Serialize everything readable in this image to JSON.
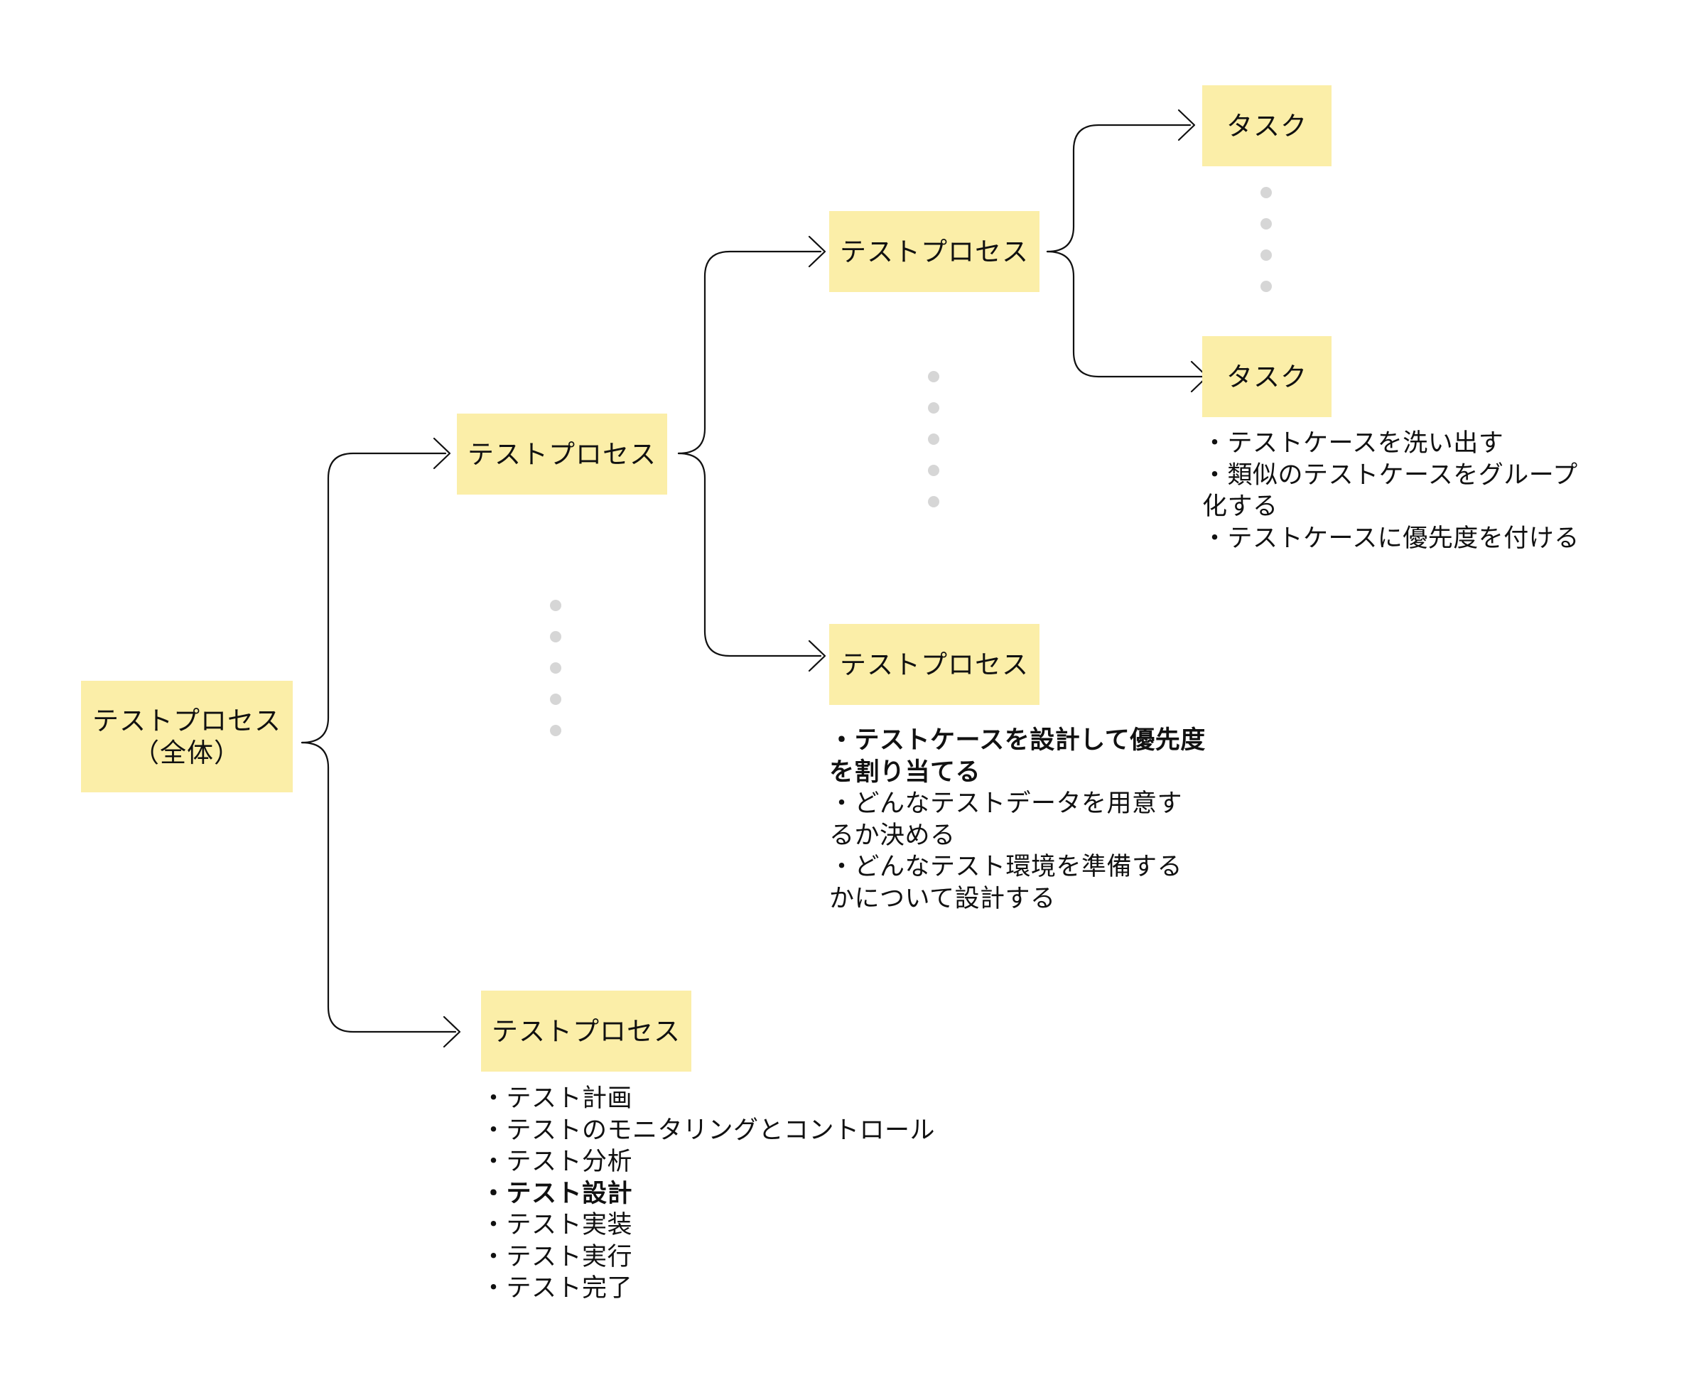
{
  "nodes": {
    "root": {
      "line1": "テストプロセス",
      "line2": "（全体）"
    },
    "level1_top": {
      "label": "テストプロセス"
    },
    "level1_bottom": {
      "label": "テストプロセス"
    },
    "level2_top": {
      "label": "テストプロセス"
    },
    "level2_bottom": {
      "label": "テストプロセス"
    },
    "task_top": {
      "label": "タスク"
    },
    "task_bottom": {
      "label": "タスク"
    }
  },
  "notes": {
    "process_list": [
      {
        "text": "・テスト計画",
        "bold": false
      },
      {
        "text": "・テストのモニタリングとコントロール",
        "bold": false
      },
      {
        "text": "・テスト分析",
        "bold": false
      },
      {
        "text": "・テスト設計",
        "bold": true
      },
      {
        "text": "・テスト実装",
        "bold": false
      },
      {
        "text": "・テスト実行",
        "bold": false
      },
      {
        "text": "・テスト完了",
        "bold": false
      }
    ],
    "design_list": [
      {
        "text": "・テストケースを設計して優先度",
        "bold": true
      },
      {
        "text": "を割り当てる",
        "bold": true
      },
      {
        "text": "・どんなテストデータを用意す",
        "bold": false
      },
      {
        "text": "るか決める",
        "bold": false
      },
      {
        "text": "・どんなテスト環境を準備する",
        "bold": false
      },
      {
        "text": "かについて設計する",
        "bold": false
      }
    ],
    "task_list": [
      {
        "text": "・テストケースを洗い出す",
        "bold": false
      },
      {
        "text": "・類似のテストケースをグループ",
        "bold": false
      },
      {
        "text": "化する",
        "bold": false
      },
      {
        "text": "・テストケースに優先度を付ける",
        "bold": false
      }
    ]
  },
  "colors": {
    "box_fill": "#fbeea8",
    "line": "#111111",
    "dot": "#d6d6d6"
  }
}
